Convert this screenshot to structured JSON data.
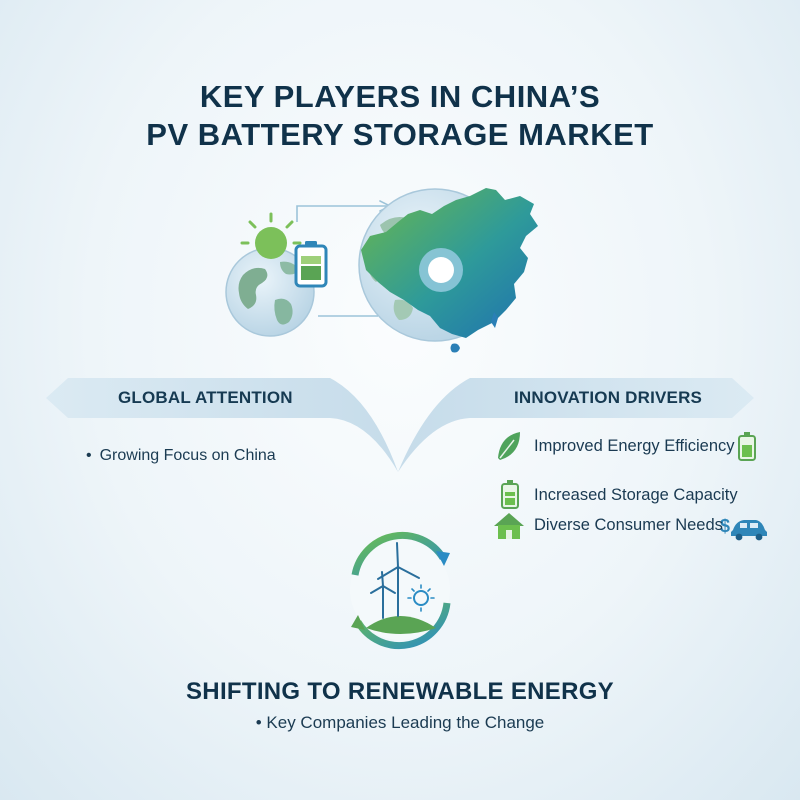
{
  "title": {
    "line1": "KEY PLAYERS IN CHINA’S",
    "line2": "PV BATTERY STORAGE MARKET"
  },
  "left_panel": {
    "heading": "GLOBAL ATTENTION",
    "bullets": [
      "Growing Focus on China"
    ]
  },
  "right_panel": {
    "heading": "INNOVATION DRIVERS",
    "items": [
      {
        "label": "Improved Energy Efficiency",
        "icon": "leaf-icon"
      },
      {
        "label": "Increased Storage Capacity",
        "icon": "battery-icon"
      },
      {
        "label": "Diverse Consumer Needs",
        "icon": "house-icon"
      }
    ]
  },
  "footer": {
    "heading": "SHIFTING TO RENEWABLE ENERGY",
    "bullet": "Key Companies Leading the Change"
  },
  "colors": {
    "navy": "#10324a",
    "green": "#5aa454",
    "blue": "#2f86b8",
    "banner": "#cfe3ef"
  }
}
